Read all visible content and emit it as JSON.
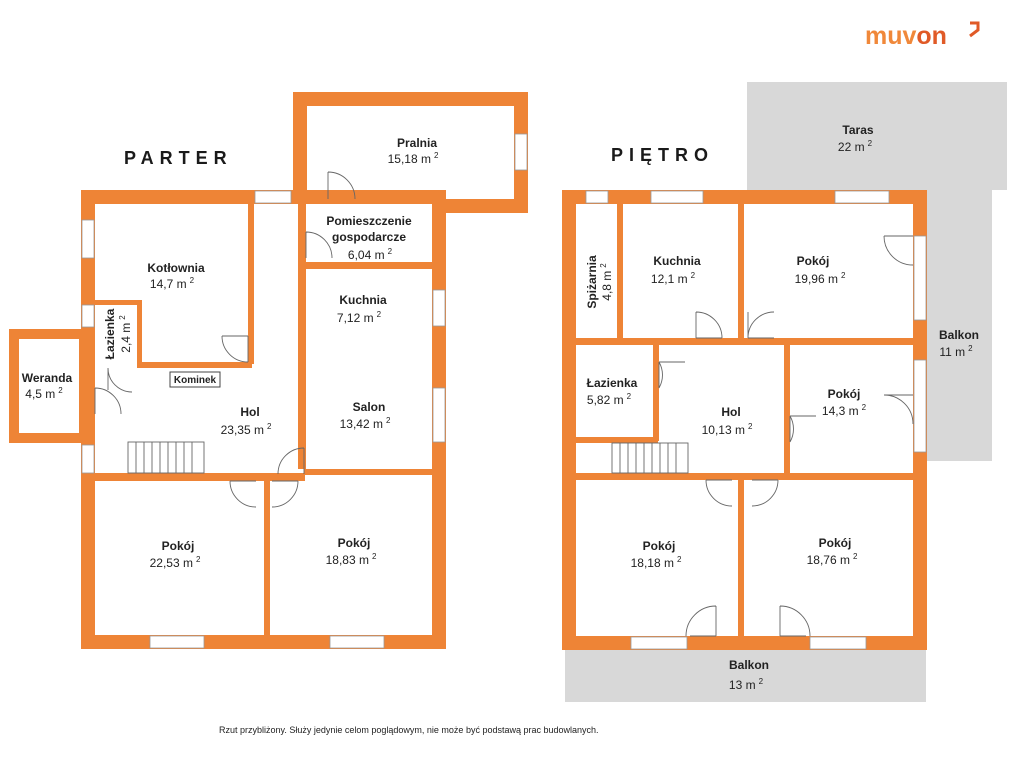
{
  "brand": {
    "logo_part1": "muv",
    "logo_part2": "on"
  },
  "colors": {
    "wall": "#ee8436",
    "terrace": "#d8d8d8",
    "window_glass": "#ffffff",
    "text": "#222222"
  },
  "floors": {
    "ground": {
      "title": "PARTER"
    },
    "upper": {
      "title": "PIĘTRO"
    }
  },
  "rooms": {
    "pralnia": {
      "name": "Pralnia",
      "area": "15,18 m",
      "unit_sup": "2"
    },
    "pomieszczenie": {
      "name_line1": "Pomieszczenie",
      "name_line2": "gospodarcze",
      "area": "6,04 m",
      "unit_sup": "2"
    },
    "kotlownia": {
      "name": "Kotłownia",
      "area": "14,7 m",
      "unit_sup": "2"
    },
    "lazienka_parter": {
      "name": "Łazienka",
      "area": "2,4 m",
      "unit_sup": "2"
    },
    "weranda": {
      "name": "Weranda",
      "area": "4,5 m",
      "unit_sup": "2"
    },
    "kominek": {
      "name": "Kominek"
    },
    "kuchnia_parter": {
      "name": "Kuchnia",
      "area": "7,12 m",
      "unit_sup": "2"
    },
    "hol_parter": {
      "name": "Hol",
      "area": "23,35 m",
      "unit_sup": "2"
    },
    "salon": {
      "name": "Salon",
      "area": "13,42 m",
      "unit_sup": "2"
    },
    "pokoj_p1": {
      "name": "Pokój",
      "area": "22,53 m",
      "unit_sup": "2"
    },
    "pokoj_p2": {
      "name": "Pokój",
      "area": "18,83 m",
      "unit_sup": "2"
    },
    "taras": {
      "name": "Taras",
      "area": "22 m",
      "unit_sup": "2"
    },
    "spizarnia": {
      "name": "Spiżarnia",
      "area": "4,8 m",
      "unit_sup": "2"
    },
    "kuchnia_pietro": {
      "name": "Kuchnia",
      "area": "12,1 m",
      "unit_sup": "2"
    },
    "pokoj_u1": {
      "name": "Pokój",
      "area": "19,96 m",
      "unit_sup": "2"
    },
    "balkon_right": {
      "name": "Balkon",
      "area": "11 m",
      "unit_sup": "2"
    },
    "lazienka_pietro": {
      "name": "Łazienka",
      "area": "5,82 m",
      "unit_sup": "2"
    },
    "hol_pietro": {
      "name": "Hol",
      "area": "10,13 m",
      "unit_sup": "2"
    },
    "pokoj_u2": {
      "name": "Pokój",
      "area": "14,3 m",
      "unit_sup": "2"
    },
    "pokoj_u3": {
      "name": "Pokój",
      "area": "18,18 m",
      "unit_sup": "2"
    },
    "pokoj_u4": {
      "name": "Pokój",
      "area": "18,76 m",
      "unit_sup": "2"
    },
    "balkon_bottom": {
      "name": "Balkon",
      "area": "13 m",
      "unit_sup": "2"
    }
  },
  "disclaimer": "Rzut przybliżony. Służy jedynie celom poglądowym, nie może być podstawą prac budowlanych."
}
